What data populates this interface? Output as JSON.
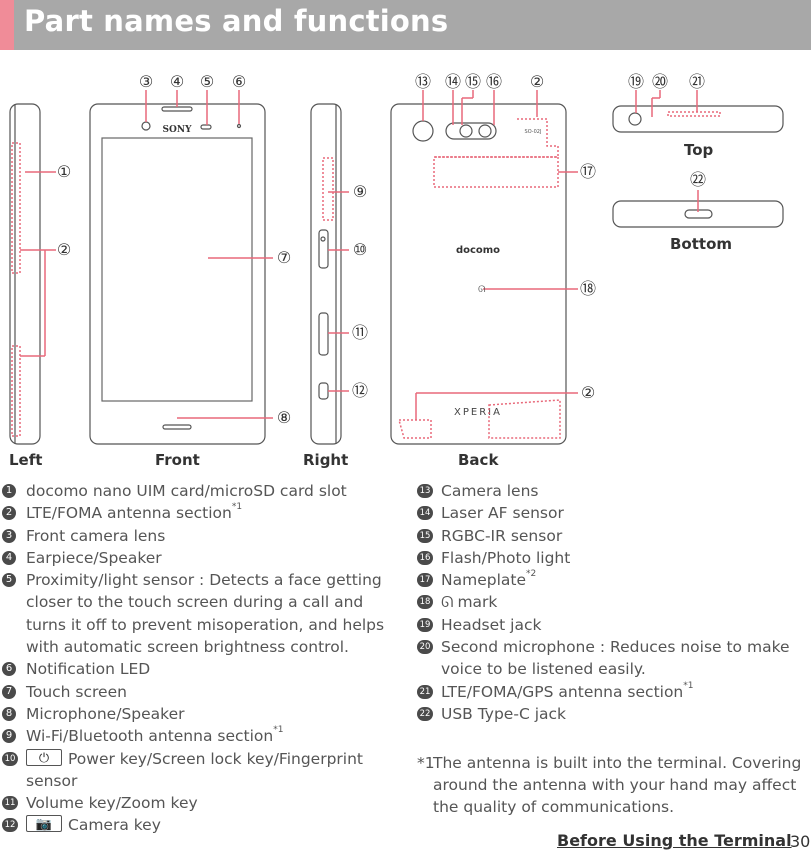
{
  "header": {
    "title": "Part names and functions"
  },
  "views": {
    "left": "Left",
    "front": "Front",
    "right": "Right",
    "back": "Back",
    "top": "Top",
    "bottom": "Bottom"
  },
  "device": {
    "brand": "SONY",
    "carrier": "docomo",
    "model": "XPERIA",
    "nameplate": "SO-02J"
  },
  "callouts": [
    "①",
    "②",
    "③",
    "④",
    "⑤",
    "⑥",
    "⑦",
    "⑧",
    "⑨",
    "⑩",
    "⑪",
    "⑫",
    "⑬",
    "⑭",
    "⑮",
    "⑯",
    "⑰",
    "⑱",
    "⑲",
    "⑳",
    "㉑",
    "㉒"
  ],
  "items_left": [
    {
      "num": "1",
      "text": "docomo nano UIM card/microSD card slot"
    },
    {
      "num": "2",
      "text": "LTE/FOMA antenna section",
      "sup": "*1"
    },
    {
      "num": "3",
      "text": "Front camera lens"
    },
    {
      "num": "4",
      "text": "Earpiece/Speaker"
    },
    {
      "num": "5",
      "text": "Proximity/light sensor : Detects a face getting closer to the touch screen during a call and turns it off to prevent misoperation, and helps with automatic screen brightness control."
    },
    {
      "num": "6",
      "text": "Notification LED"
    },
    {
      "num": "7",
      "text": "Touch screen"
    },
    {
      "num": "8",
      "text": "Microphone/Speaker"
    },
    {
      "num": "9",
      "text": "Wi-Fi/Bluetooth antenna section",
      "sup": "*1"
    },
    {
      "num": "10",
      "text": "Power key/Screen lock key/Fingerprint sensor",
      "key": "⏻"
    },
    {
      "num": "11",
      "text": "Volume key/Zoom key"
    },
    {
      "num": "12",
      "text": "Camera key",
      "key": "📷"
    }
  ],
  "items_right": [
    {
      "num": "13",
      "text": "Camera lens"
    },
    {
      "num": "14",
      "text": "Laser AF sensor"
    },
    {
      "num": "15",
      "text": "RGBC-IR sensor"
    },
    {
      "num": "16",
      "text": "Flash/Photo light"
    },
    {
      "num": "17",
      "text": "Nameplate",
      "sup": "*2"
    },
    {
      "num": "18",
      "text": "mark",
      "icon": "ᘏ"
    },
    {
      "num": "19",
      "text": "Headset jack"
    },
    {
      "num": "20",
      "text": "Second microphone : Reduces noise to make voice to be listened easily."
    },
    {
      "num": "21",
      "text": "LTE/FOMA/GPS antenna section",
      "sup": "*1"
    },
    {
      "num": "22",
      "text": "USB Type-C jack"
    }
  ],
  "footnote": {
    "mark": "*1",
    "text": "The antenna is built into the terminal. Covering around the antenna with your hand may affect the quality of communications."
  },
  "footer": {
    "section": "Before Using the Terminal",
    "page": "30"
  },
  "colors": {
    "accent": "#f08c98",
    "title_bar": "#a8a8a8",
    "callout_line": "#e8697a"
  }
}
